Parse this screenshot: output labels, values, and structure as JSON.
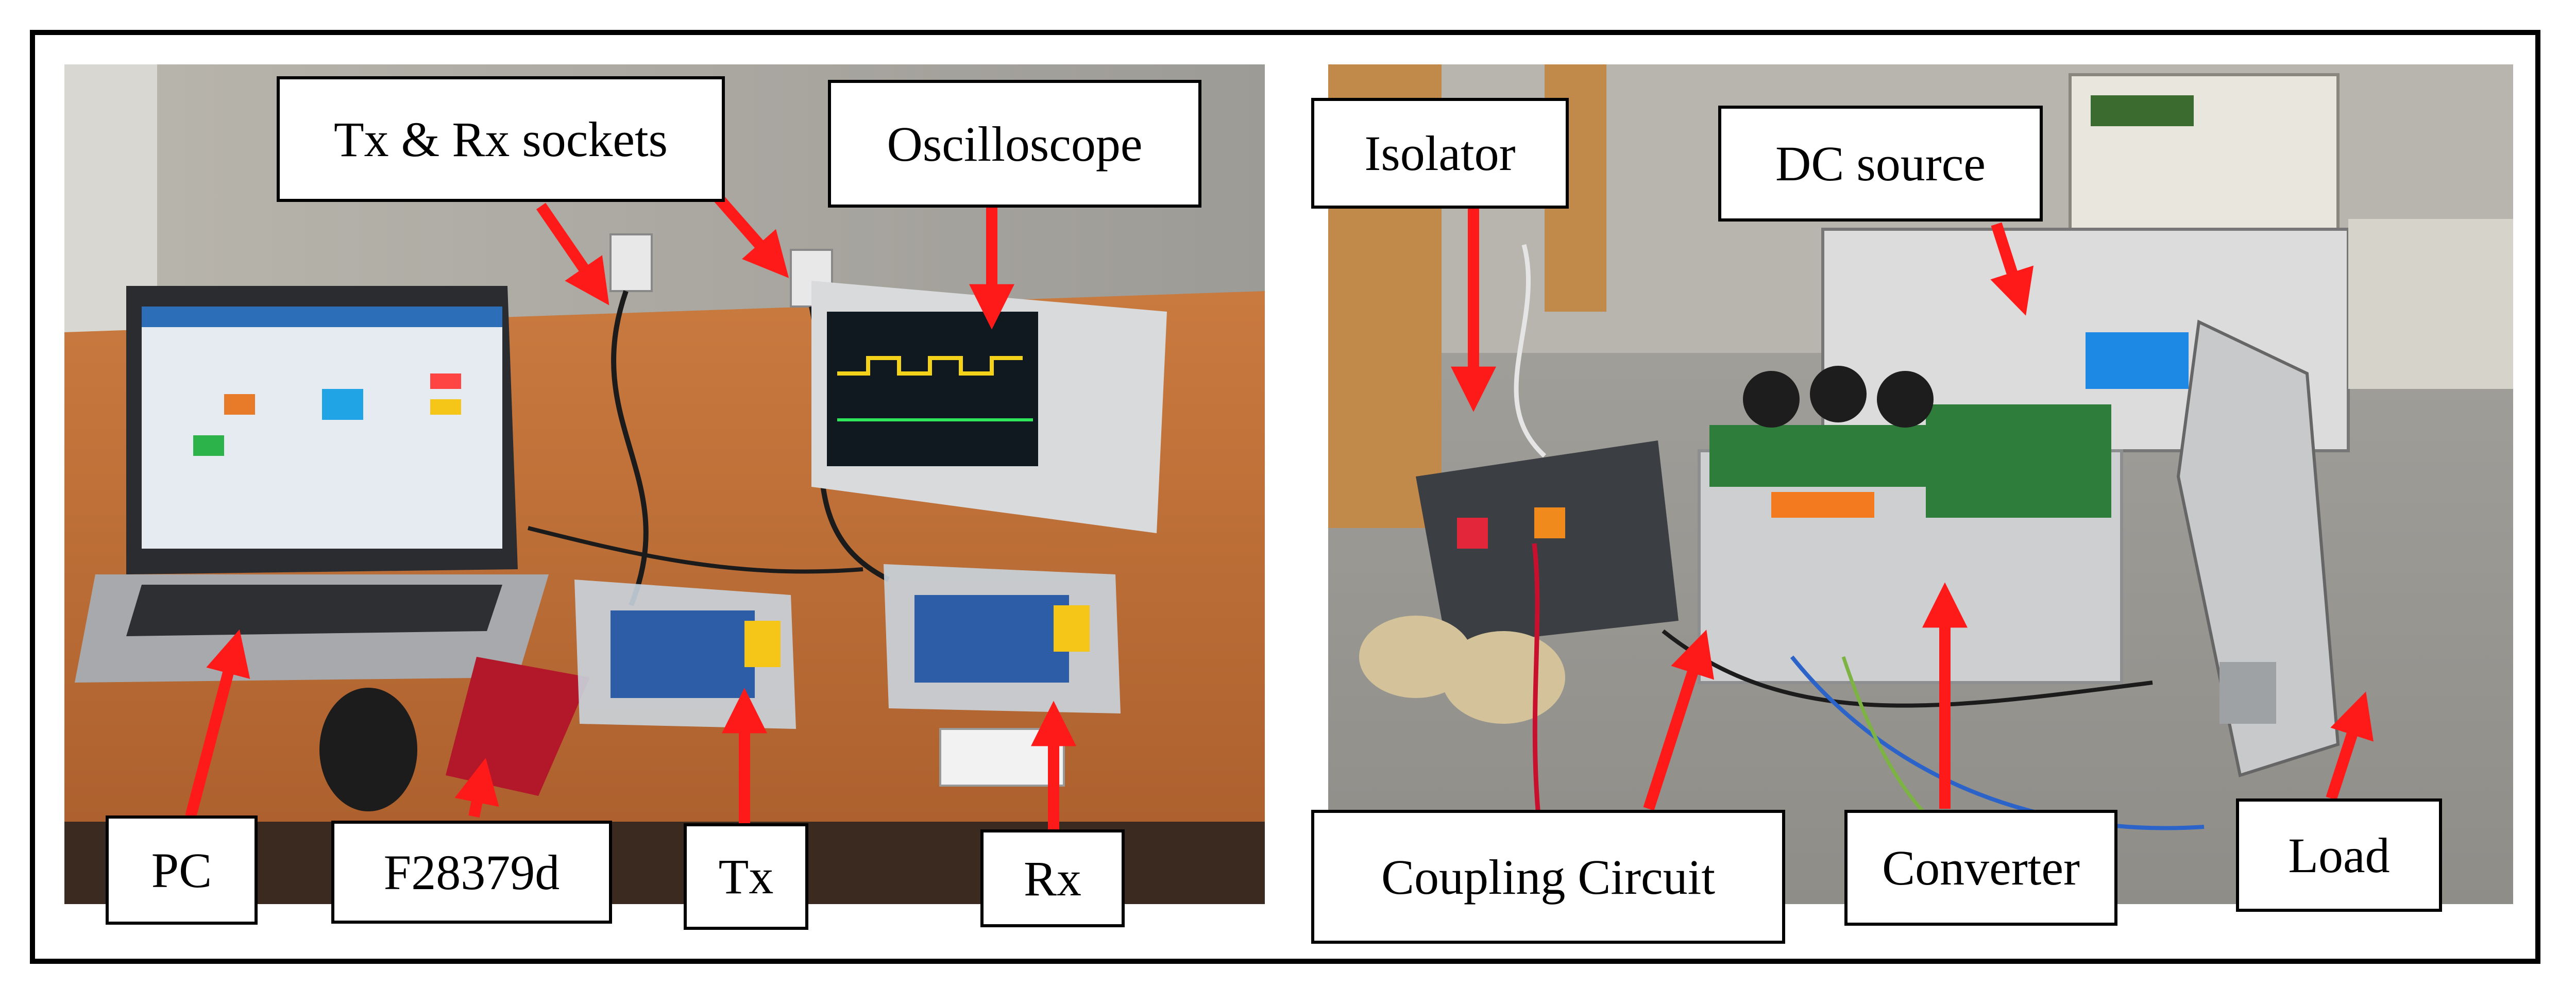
{
  "left_panel": {
    "labels": {
      "sockets": "Tx & Rx sockets",
      "oscilloscope": "Oscilloscope",
      "pc": "PC",
      "mcu": "F28379d",
      "tx": "Tx",
      "rx": "Rx"
    }
  },
  "right_panel": {
    "labels": {
      "isolator": "Isolator",
      "dc_source": "DC source",
      "coupling": "Coupling Circuit",
      "converter": "Converter",
      "load": "Load"
    }
  },
  "colors": {
    "arrow": "#ff1a1a",
    "frame": "#000000",
    "label_bg": "#ffffff"
  }
}
